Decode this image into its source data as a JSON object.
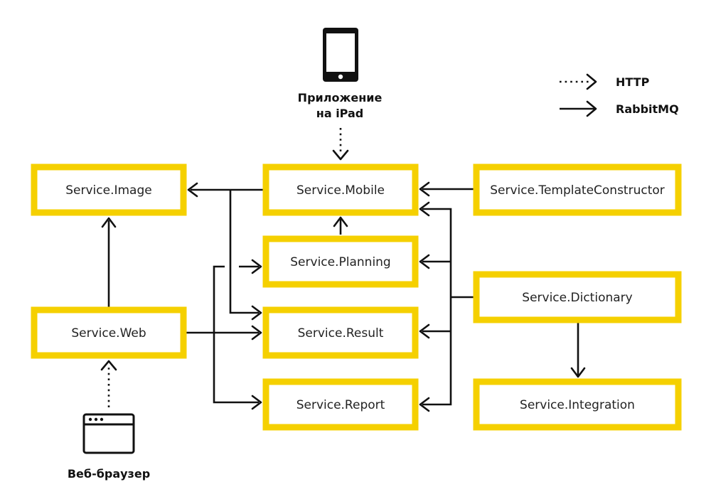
{
  "legend": {
    "http_label": "HTTP",
    "rabbitmq_label": "RabbitMQ"
  },
  "clients": {
    "ipad_line1": "Приложение",
    "ipad_line2": "на iPad",
    "browser": "Веб-браузер",
    "ipad_icon": "tablet-icon",
    "browser_icon": "browser-window-icon"
  },
  "services": {
    "image": "Service.Image",
    "mobile": "Service.Mobile",
    "template_constructor": "Service.TemplateConstructor",
    "planning": "Service.Planning",
    "dictionary": "Service.Dictionary",
    "web": "Service.Web",
    "result": "Service.Result",
    "report": "Service.Report",
    "integration": "Service.Integration"
  },
  "colors": {
    "box_border": "#f5d000",
    "line": "#111111"
  }
}
